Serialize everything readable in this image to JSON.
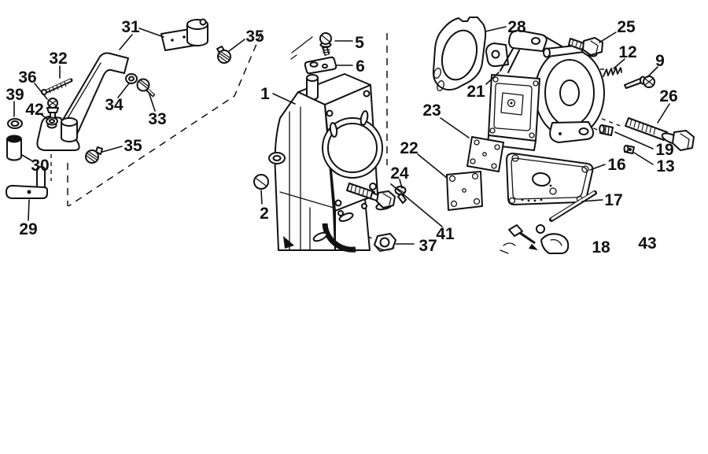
{
  "diagram": {
    "background_color": "#ffffff",
    "ink_color": "#111111",
    "style": "exploded-parts-line-drawing"
  },
  "callouts": [
    {
      "num": "31"
    },
    {
      "num": "32"
    },
    {
      "num": "36"
    },
    {
      "num": "39"
    },
    {
      "num": "42"
    },
    {
      "num": "34"
    },
    {
      "num": "33"
    },
    {
      "num": "35"
    },
    {
      "num": "35"
    },
    {
      "num": "30"
    },
    {
      "num": "29"
    },
    {
      "num": "5"
    },
    {
      "num": "6"
    },
    {
      "num": "1"
    },
    {
      "num": "2"
    },
    {
      "num": "24"
    },
    {
      "num": "41"
    },
    {
      "num": "37"
    },
    {
      "num": "28"
    },
    {
      "num": "21"
    },
    {
      "num": "25"
    },
    {
      "num": "12"
    },
    {
      "num": "9"
    },
    {
      "num": "26"
    },
    {
      "num": "19"
    },
    {
      "num": "13"
    },
    {
      "num": "23"
    },
    {
      "num": "22"
    },
    {
      "num": "16"
    },
    {
      "num": "17"
    },
    {
      "num": "18"
    },
    {
      "num": "43"
    }
  ]
}
